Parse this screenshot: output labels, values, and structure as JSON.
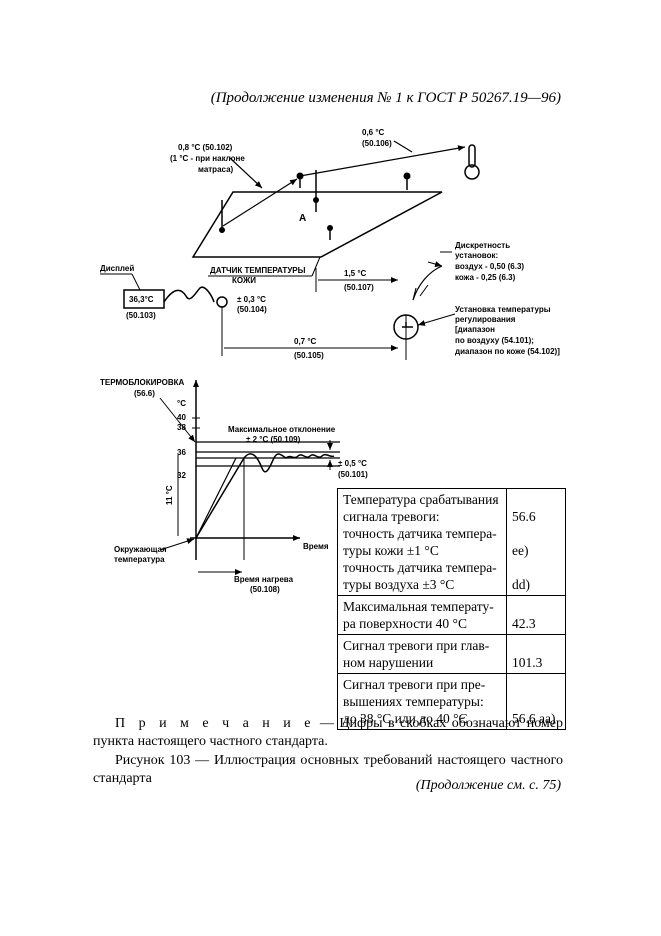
{
  "header": {
    "text": "(Продолжение изменения № 1 к ГОСТ Р 50267.19—96)"
  },
  "top_figure": {
    "label_air_06": "0,6 °С",
    "label_air_06_ref": "(50.106)",
    "label_mattress_line1": "0,8 °С (50.102)",
    "label_mattress_line2": "(1 °С - при наклоне",
    "label_mattress_line3": "матраса)",
    "point_a": "А",
    "display_label": "Дисплей",
    "display_value": "36,3°С",
    "display_ref": "(50.103)",
    "skin_sensor_line1": "ДАТЧИК ТЕМПЕРАТУРЫ",
    "skin_sensor_line2": "КОЖИ",
    "skin_acc": "± 0,3 °С",
    "skin_acc_ref": "(50.104)",
    "dist_15": "1,5 °С",
    "dist_15_ref": "(50.107)",
    "dist_07": "0,7 °С",
    "dist_07_ref": "(50.105)",
    "discrete_line1": "Дискретность",
    "discrete_line2": "установок:",
    "discrete_line3": "воздух - 0,50 (6.3)",
    "discrete_line4": "кожа - 0,25 (6.3)",
    "setting_line1": "Установка температуры",
    "setting_line2": "регулирования",
    "setting_line3": "[диапазон",
    "setting_line4": "по воздуху (54.101);",
    "setting_line5": "диапазон по коже (54.102)]"
  },
  "bottom_figure": {
    "title": "ТЕРМОБЛОКИРОВКА",
    "title_ref": "(56.6)",
    "y_unit": "°С",
    "ticks": [
      "40",
      "38",
      "36",
      "32"
    ],
    "max_dev_line1": "Максимальное отклонение",
    "max_dev_line2": "± 2 °С (50.109)",
    "pm05": "± 0,5 °С",
    "pm05_ref": "(50.101)",
    "eleven": "11 °С",
    "x_label": "Время",
    "ambient_line1": "Окружающая",
    "ambient_line2": "температура",
    "heat_line1": "Время нагрева",
    "heat_line2": "(50.108)"
  },
  "table": {
    "rows": [
      {
        "lines": [
          "Температура срабатывания",
          "сигнала тревоги:",
          "точность датчика темпера-",
          "туры кожи ±1 °С",
          "точность датчика темпера-",
          "туры воздуха ±3 °С"
        ],
        "values": [
          "",
          "56.6",
          "",
          "ee)",
          "",
          "dd)"
        ]
      },
      {
        "lines": [
          "Максимальная температу-",
          "ра поверхности 40 °С"
        ],
        "values": [
          "42.3"
        ]
      },
      {
        "lines": [
          "Сигнал тревоги при глав-",
          "ном нарушении"
        ],
        "values": [
          "101.3"
        ]
      },
      {
        "lines": [
          "Сигнал тревоги при пре-",
          "вышениях температуры:",
          "до 38 °С или до 40 °С"
        ],
        "values": [
          "56.6 aa)"
        ]
      }
    ]
  },
  "note": {
    "prefix": "П р и м е ч а н и е",
    "text": " — Цифры в скобках обозначают номер пункта настоящего частного стандарта."
  },
  "caption": {
    "text": "Рисунок 103 — Иллюстрация основных требований настоящего частного стандарта"
  },
  "footer": {
    "text": "(Продолжение см. с. 75)"
  }
}
